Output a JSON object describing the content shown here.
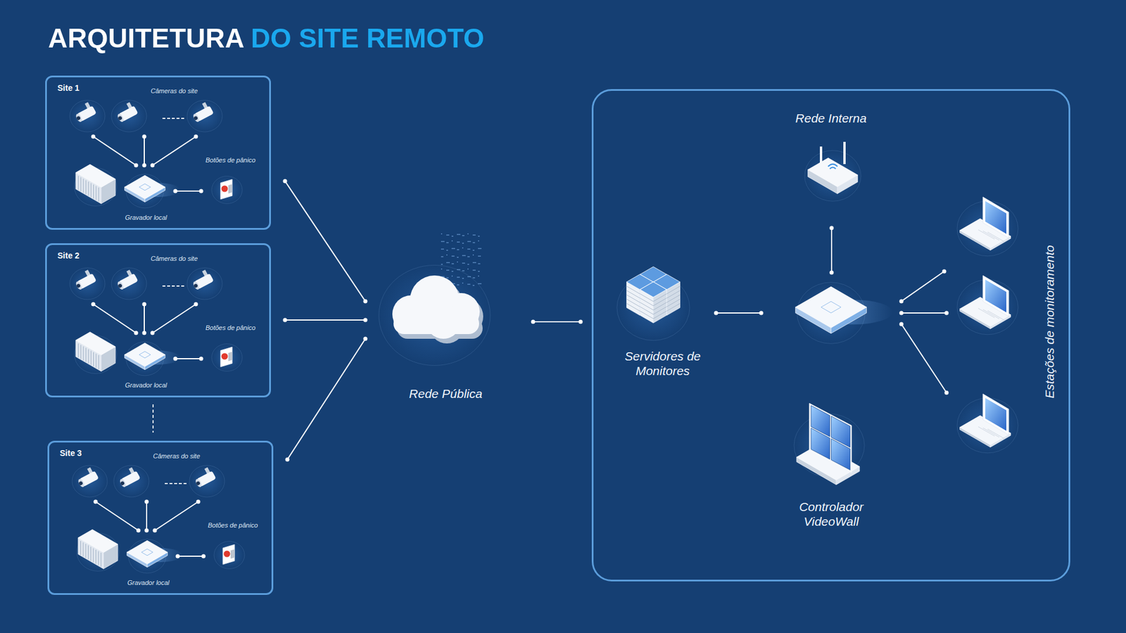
{
  "diagram": {
    "title": "ARQUITETURA DO SITE REMOTO",
    "nodes": [
      {
        "text": [
          "Site 1"
        ]
      },
      {
        "text": [
          "Câmeras do site"
        ],
        "in": 0
      },
      {
        "text": [
          "Botões de pânico"
        ],
        "in": 0
      },
      {
        "text": [
          "Gravador local"
        ],
        "in": 0
      },
      {
        "text": [
          "Site 2"
        ]
      },
      {
        "text": [
          "Câmeras do site"
        ],
        "in": 4
      },
      {
        "text": [
          "Botões de pânico"
        ],
        "in": 4
      },
      {
        "text": [
          "Gravador local"
        ],
        "in": 4
      },
      {
        "text": [
          "Site 3"
        ]
      },
      {
        "text": [
          "Câmeras do site"
        ],
        "in": 8
      },
      {
        "text": [
          "Botões de pânico"
        ],
        "in": 8
      },
      {
        "text": [
          "Gravador local"
        ],
        "in": 8
      },
      {
        "text": [
          "Rede Pública"
        ]
      },
      {
        "text": [
          "Rede Interna"
        ]
      },
      {
        "text": [
          "Servidores de Monitores"
        ],
        "in": 13
      },
      {
        "text": [
          "Controlador VideoWall"
        ],
        "in": 13
      },
      {
        "text": [
          "Estações de monitoramento"
        ],
        "in": 13
      }
    ],
    "edges": [
      {
        "from": 1,
        "to": 3,
        "arrow": "none"
      },
      {
        "from": 3,
        "to": 2,
        "arrow": "none"
      },
      {
        "from": 5,
        "to": 7,
        "arrow": "none"
      },
      {
        "from": 7,
        "to": 6,
        "arrow": "none"
      },
      {
        "from": 9,
        "to": 11,
        "arrow": "none"
      },
      {
        "from": 11,
        "to": 10,
        "arrow": "none"
      },
      {
        "from": 0,
        "to": 12,
        "arrow": "none"
      },
      {
        "from": 4,
        "to": 12,
        "arrow": "none"
      },
      {
        "from": 8,
        "to": 12,
        "arrow": "none"
      },
      {
        "from": 12,
        "to": 13,
        "arrow": "none"
      }
    ]
  }
}
